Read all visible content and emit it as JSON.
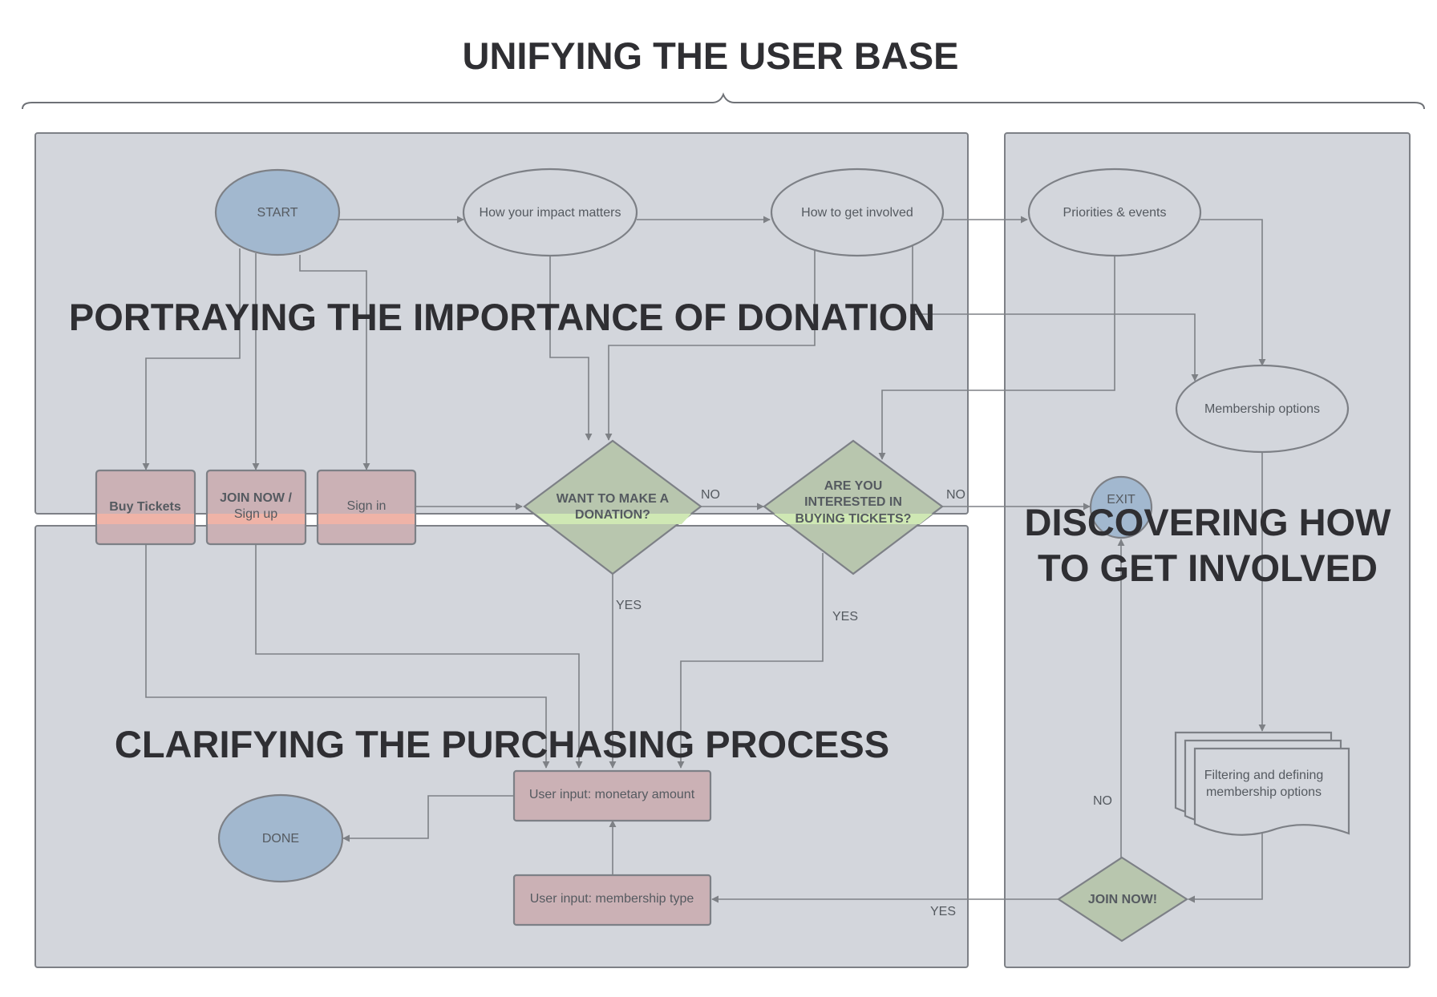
{
  "title": "UNIFYING THE USER BASE",
  "sections": {
    "donation": "PORTRAYING THE IMPORTANCE OF DONATION",
    "purchasing": "CLARIFYING THE PURCHASING PROCESS",
    "involved_line1": "DISCOVERING HOW",
    "involved_line2": "TO GET INVOLVED"
  },
  "nodes": {
    "start": "START",
    "impact": "How your impact matters",
    "get_involved": "How to get involved",
    "priorities": "Priorities & events",
    "membership_options": "Membership options",
    "buy_tickets": "Buy Tickets",
    "join_now_line1": "JOIN NOW /",
    "join_now_line2": "Sign up",
    "sign_in": "Sign in",
    "donation_q_line1": "WANT TO MAKE A",
    "donation_q_line2": "DONATION?",
    "tickets_q_line1": "ARE YOU",
    "tickets_q_line2": "INTERESTED IN",
    "tickets_q_line3": "BUYING TICKETS?",
    "exit": "EXIT",
    "filtering_line1": "Filtering and defining",
    "filtering_line2": "membership options",
    "monetary": "User input: monetary amount",
    "membership_type": "User input: membership type",
    "done": "DONE",
    "join_now_decision": "JOIN NOW!"
  },
  "edge_labels": {
    "no_donation": "NO",
    "yes_donation": "YES",
    "no_tickets": "NO",
    "yes_tickets": "YES",
    "no_join": "NO",
    "yes_join": "YES"
  },
  "colors": {
    "panel": "#d3d6dc",
    "terminal": "#a2b8cf",
    "ellipse": "#d3d6dc",
    "action": "#cbb1b5",
    "action_highlight": "#efb3a7",
    "decision": "#b8c6ae",
    "decision_highlight": "#cfe8b4",
    "edge": "#7e8186"
  }
}
